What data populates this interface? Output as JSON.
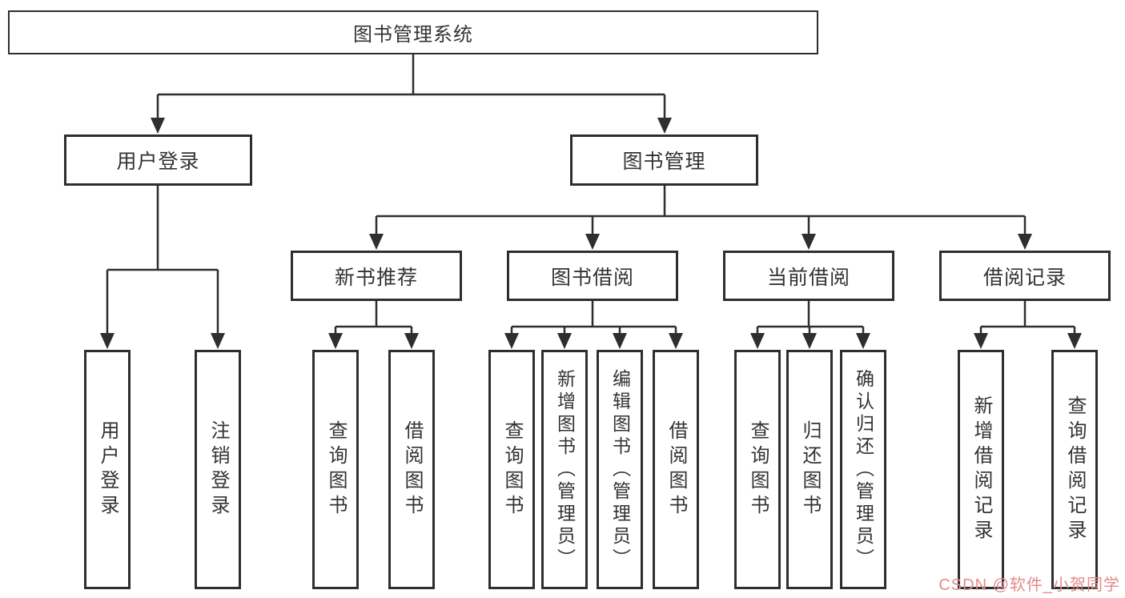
{
  "diagram": {
    "root": "图书管理系统",
    "branches": [
      {
        "label": "用户登录",
        "children": [
          "用户登录",
          "注销登录"
        ]
      },
      {
        "label": "图书管理",
        "sections": [
          {
            "label": "新书推荐",
            "children": [
              "查询图书",
              "借阅图书"
            ]
          },
          {
            "label": "图书借阅",
            "children": [
              "查询图书",
              "新增图书（管理员）",
              "编辑图书（管理员）",
              "借阅图书"
            ]
          },
          {
            "label": "当前借阅",
            "children": [
              "查询图书",
              "归还图书",
              "确认归还（管理员）"
            ]
          },
          {
            "label": "借阅记录",
            "children": [
              "新增借阅记录",
              "查询借阅记录"
            ]
          }
        ]
      }
    ]
  },
  "watermark": {
    "text": "CSDN @软件_小贺同学",
    "color": "#e28a8a"
  },
  "colors": {
    "line": "#2e2e2e",
    "box_border": "#2e2e2e",
    "text": "#333333",
    "background": "#ffffff"
  }
}
